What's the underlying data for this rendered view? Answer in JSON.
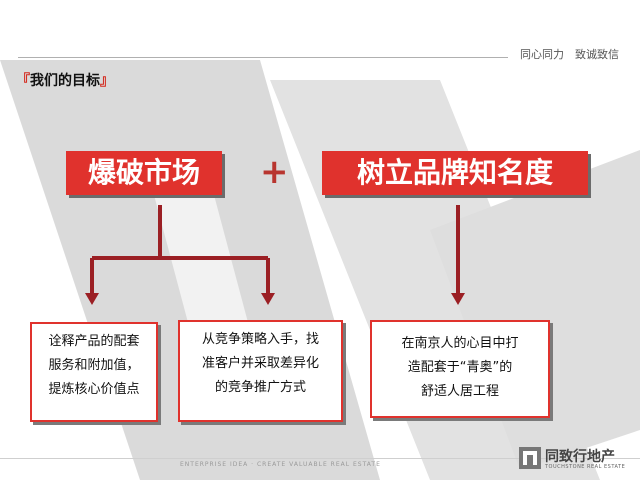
{
  "header": {
    "slogan": "同心同力　致诚致信",
    "section_open": "『",
    "section_title": "我们的目标",
    "section_close": "』"
  },
  "goals": {
    "left": "爆破市场",
    "plus": "+",
    "right": "树立品牌知名度"
  },
  "boxes": [
    {
      "lines": [
        "诠释产品的配套",
        "服务和附加值，",
        "提炼核心价值点"
      ]
    },
    {
      "lines": [
        "从竞争策略入手，找",
        "准客户并采取差异化",
        "的竞争推广方式"
      ]
    },
    {
      "lines": [
        "在南京人的心目中打",
        "造配套于“青奥”的",
        "舒适人居工程"
      ]
    }
  ],
  "footer": {
    "small_text": "ENTERPRISE IDEA · CREATE VALUABLE REAL ESTATE",
    "logo_cn": "同致行地产",
    "logo_en": "TOUCHSTONE REAL ESTATE"
  },
  "colors": {
    "accent": "#e0322d",
    "connector": "#9b1f24",
    "watermark": "#d9d9d9"
  }
}
